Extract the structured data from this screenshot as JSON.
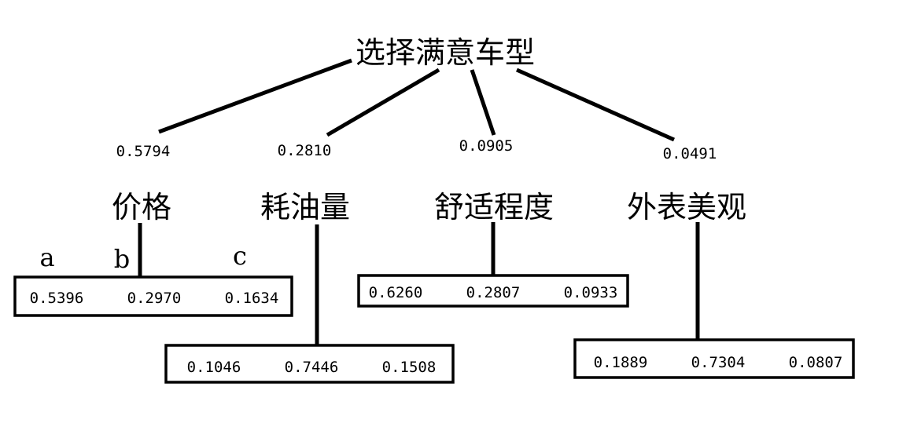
{
  "root": {
    "label": "选择满意车型"
  },
  "criteria": [
    {
      "label": "价格",
      "weight": "0.5794",
      "options": [
        "a",
        "b",
        "c"
      ],
      "scores": [
        "0.5396",
        "0.2970",
        "0.1634"
      ]
    },
    {
      "label": "耗油量",
      "weight": "0.2810",
      "scores": [
        "0.1046",
        "0.7446",
        "0.1508"
      ]
    },
    {
      "label": "舒适程度",
      "weight": "0.0905",
      "scores": [
        "0.6260",
        "0.2807",
        "0.0933"
      ]
    },
    {
      "label": "外表美观",
      "weight": "0.0491",
      "scores": [
        "0.1889",
        "0.7304",
        "0.0807"
      ]
    }
  ]
}
